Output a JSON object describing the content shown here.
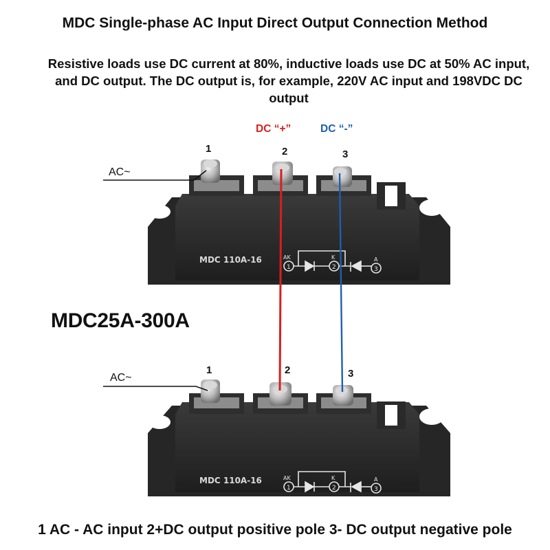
{
  "title": "MDC Single-phase AC Input Direct Output Connection Method",
  "note": "Resistive loads use DC current at 80%, inductive loads use DC at 50% AC input, and DC output. The DC output is, for example, 220V AC input and 198VDC DC output",
  "dc_positive_label": "DC “+”",
  "dc_negative_label": "DC “-”",
  "model_range": "MDC25A-300A",
  "legend": "1 AC - AC input 2+DC output positive pole 3- DC output negative pole",
  "colors": {
    "positive_wire": "#d81f1f",
    "negative_wire": "#1f5fb0",
    "module_body": "#2b2b2b",
    "label_red": "#d81f1f",
    "label_blue": "#1f5fb0"
  },
  "modules": [
    {
      "ac_label": "AC~",
      "pins": [
        "1",
        "2",
        "3"
      ],
      "marking": "MDC  110A-16",
      "terminals": [
        "AK",
        "K",
        "A"
      ],
      "terminal_numbers": [
        "1",
        "2",
        "3"
      ]
    },
    {
      "ac_label": "AC~",
      "pins": [
        "1",
        "2",
        "3"
      ],
      "marking": "MDC  110A-16",
      "terminals": [
        "AK",
        "K",
        "A"
      ],
      "terminal_numbers": [
        "1",
        "2",
        "3"
      ]
    }
  ]
}
